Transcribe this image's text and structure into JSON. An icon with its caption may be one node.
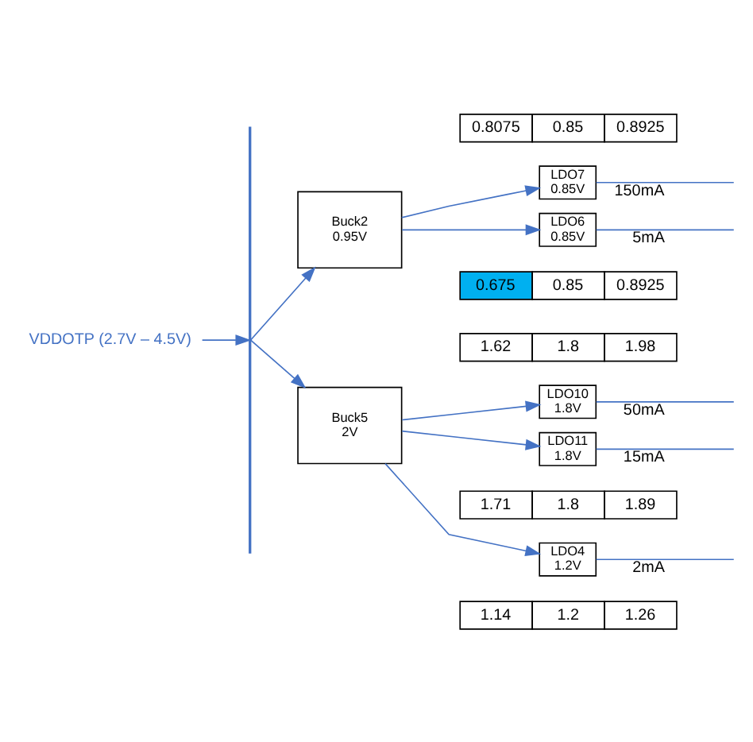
{
  "diagram": {
    "nodes": [
      {
        "text": [
          "VDDOTP (2.7V – 4.5V)"
        ]
      },
      {
        "text": [],
        "shape": "bar"
      },
      {
        "text": [
          "Buck2",
          "0.95V"
        ]
      },
      {
        "text": [
          "LDO7",
          "0.85V"
        ]
      },
      {
        "text": [
          "LDO6",
          "0.85V"
        ]
      },
      {
        "text": [
          "Buck5",
          "2V"
        ]
      },
      {
        "text": [
          "LDO10",
          "1.8V"
        ]
      },
      {
        "text": [
          "LDO11",
          "1.8V"
        ]
      },
      {
        "text": [
          "LDO4",
          "1.2V"
        ]
      }
    ],
    "edges": [
      {
        "from": 0,
        "to": 1,
        "arrow": "to"
      },
      {
        "from": 1,
        "to": 2,
        "arrow": "to"
      },
      {
        "from": 1,
        "to": 5,
        "arrow": "to"
      },
      {
        "from": 2,
        "to": 3,
        "arrow": "to"
      },
      {
        "from": 2,
        "to": 4,
        "arrow": "to"
      },
      {
        "from": 3,
        "to": null,
        "arrow": "none",
        "label": "150mA"
      },
      {
        "from": 4,
        "to": null,
        "arrow": "none",
        "label": "5mA"
      },
      {
        "from": 5,
        "to": 6,
        "arrow": "to"
      },
      {
        "from": 5,
        "to": 7,
        "arrow": "to"
      },
      {
        "from": 5,
        "to": 8,
        "arrow": "to"
      },
      {
        "from": 6,
        "to": null,
        "arrow": "none",
        "label": "50mA"
      },
      {
        "from": 7,
        "to": null,
        "arrow": "none",
        "label": "15mA"
      },
      {
        "from": 8,
        "to": null,
        "arrow": "none",
        "label": "2mA"
      }
    ],
    "labels": [
      "0.8075",
      "0.85",
      "0.8925",
      "0.675",
      "0.85",
      "0.8925",
      "1.62",
      "1.8",
      "1.98",
      "1.71",
      "1.8",
      "1.89",
      "1.14",
      "1.2",
      "1.26"
    ]
  }
}
